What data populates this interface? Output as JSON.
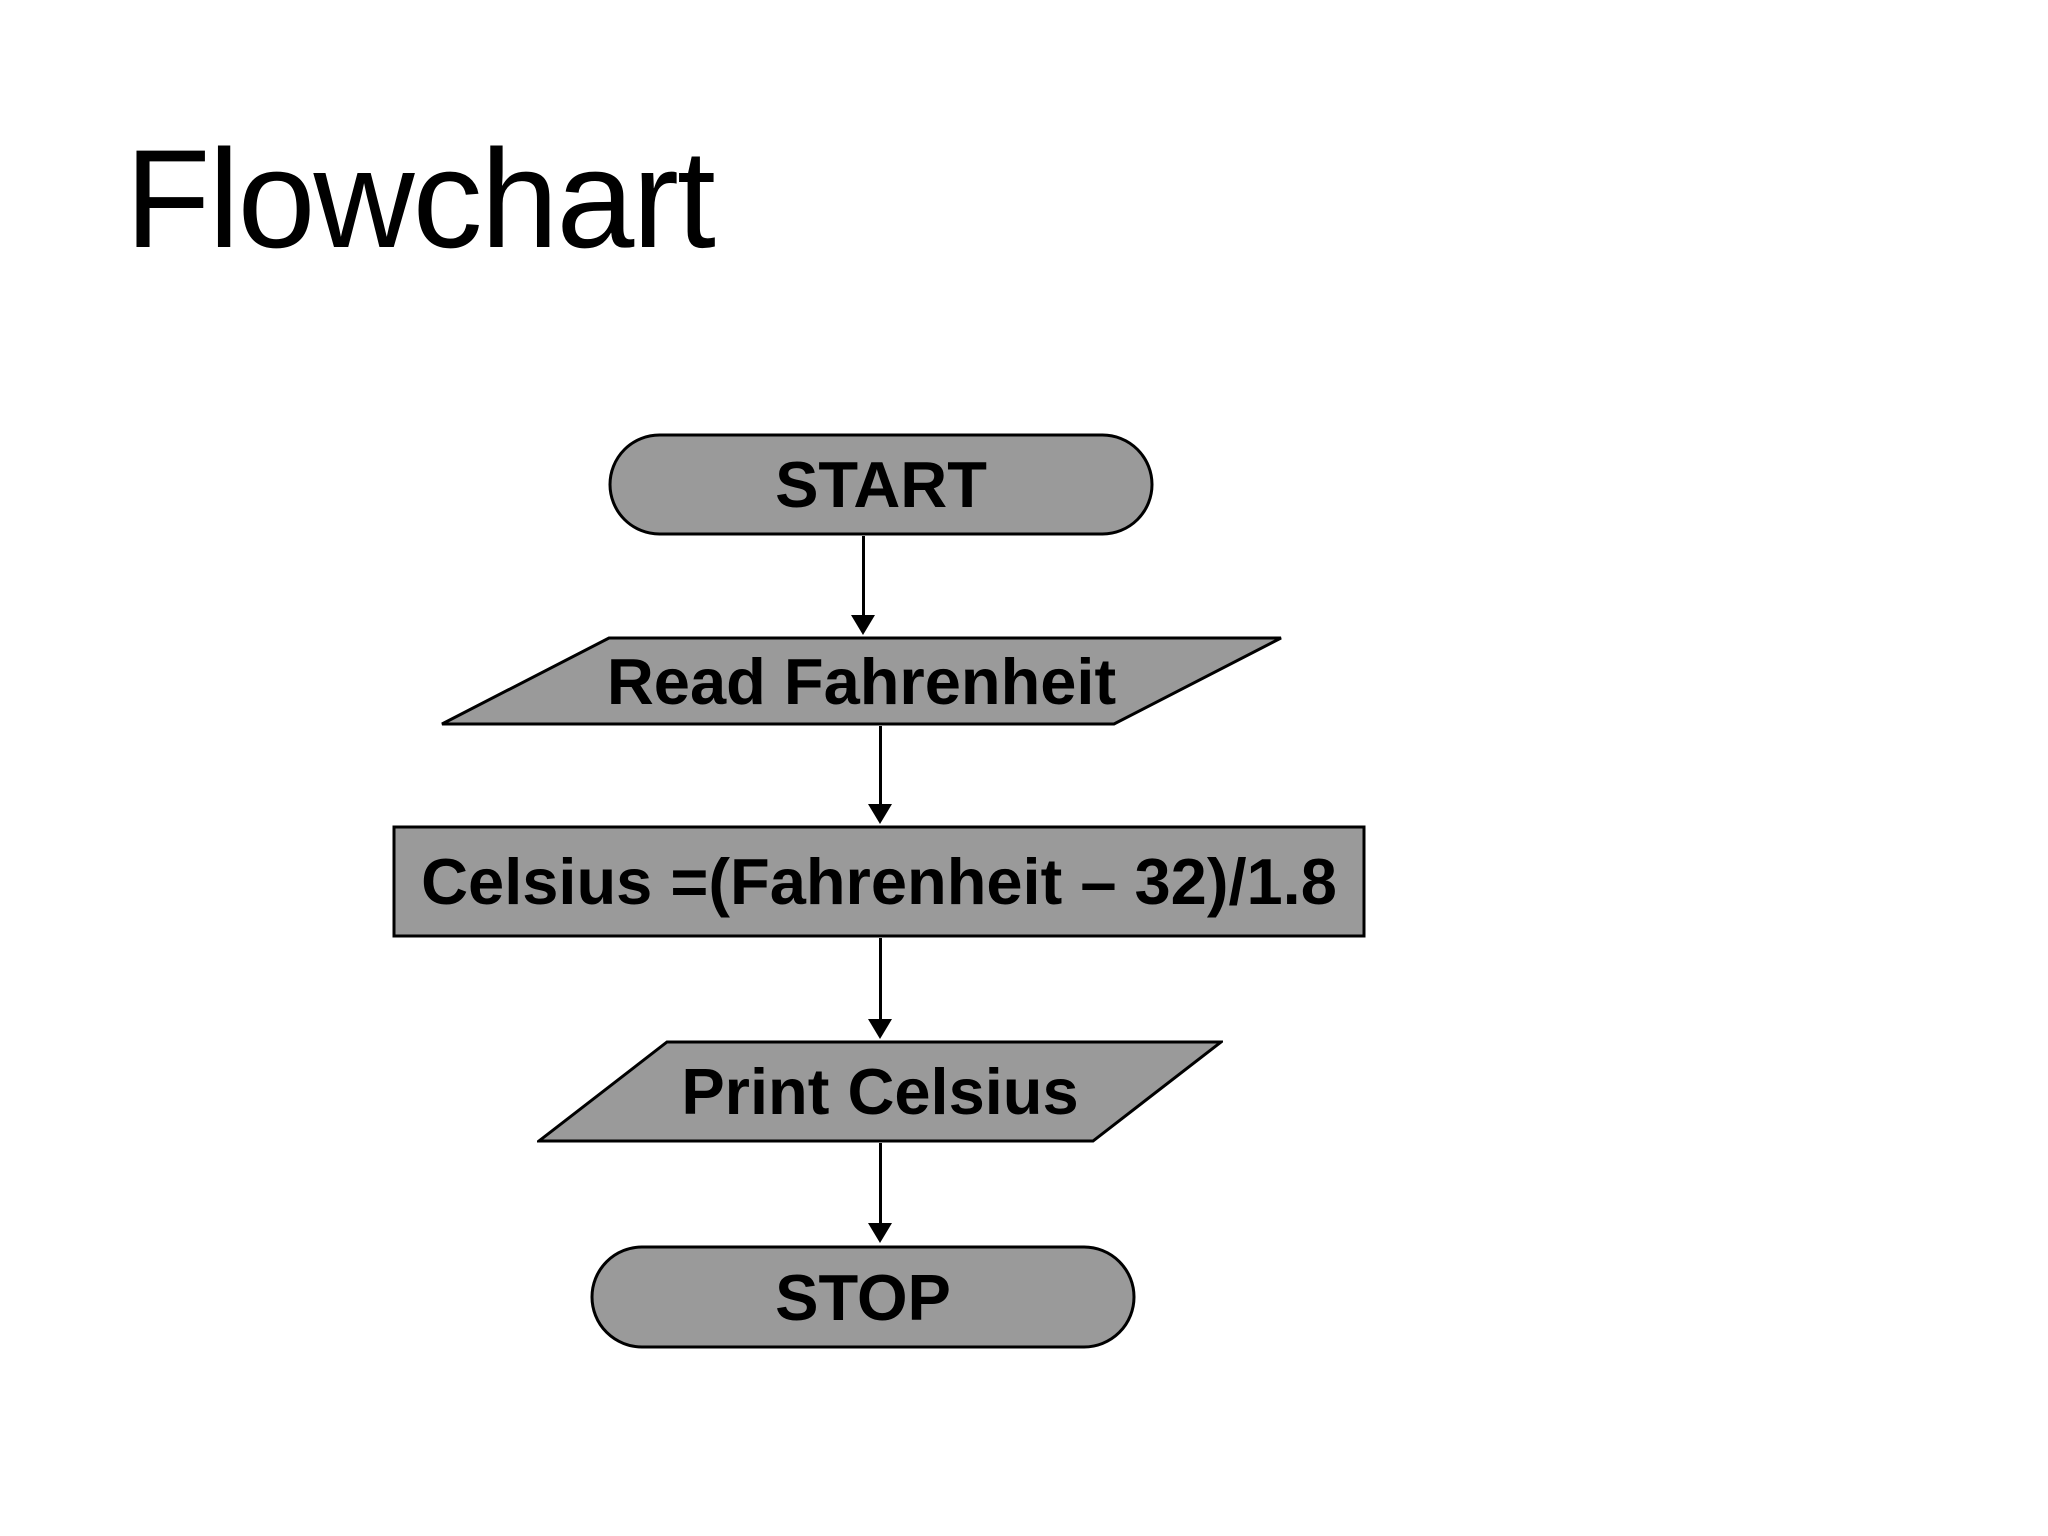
{
  "title": "Flowchart",
  "colors": {
    "page_bg": "#ffffff",
    "shape_fill": "#9a9a9a",
    "shape_border": "#000000",
    "text": "#000000",
    "arrow": "#000000"
  },
  "flowchart": {
    "nodes": [
      {
        "id": "start",
        "type": "terminator",
        "label": "START"
      },
      {
        "id": "read",
        "type": "input-output",
        "label": "Read Fahrenheit"
      },
      {
        "id": "process",
        "type": "process",
        "label": "Celsius =(Fahrenheit – 32)/1.8"
      },
      {
        "id": "print",
        "type": "input-output",
        "label": "Print Celsius"
      },
      {
        "id": "stop",
        "type": "terminator",
        "label": "STOP"
      }
    ],
    "connections": [
      {
        "from": "start",
        "to": "read"
      },
      {
        "from": "read",
        "to": "process"
      },
      {
        "from": "process",
        "to": "print"
      },
      {
        "from": "print",
        "to": "stop"
      }
    ]
  }
}
